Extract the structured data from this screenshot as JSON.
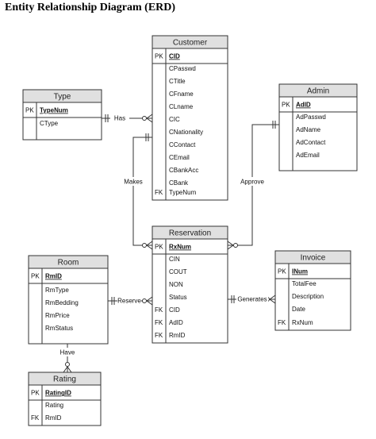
{
  "title": "Entity Relationship Diagram (ERD)",
  "entities": {
    "customer": {
      "name": "Customer",
      "pk": [
        {
          "key": "PK",
          "attr": "CID"
        }
      ],
      "attrs": [
        "CPasswd",
        "CTitle",
        "CFname",
        "CLname",
        "CIC",
        "CNationality",
        "CContact",
        "CEmail",
        "CBankAcc",
        "CBank"
      ],
      "fk": [
        {
          "key": "FK",
          "attr": "TypeNum"
        }
      ]
    },
    "type": {
      "name": "Type",
      "pk": [
        {
          "key": "PK",
          "attr": "TypeNum"
        }
      ],
      "attrs": [
        "CType"
      ],
      "fk": []
    },
    "admin": {
      "name": "Admin",
      "pk": [
        {
          "key": "PK",
          "attr": "AdID"
        }
      ],
      "attrs": [
        "AdPasswd",
        "AdName",
        "AdContact",
        "AdEmail"
      ],
      "fk": []
    },
    "reservation": {
      "name": "Reservation",
      "pk": [
        {
          "key": "PK",
          "attr": "RxNum"
        }
      ],
      "attrs": [
        "CIN",
        "COUT",
        "NON",
        "Status"
      ],
      "fk": [
        {
          "key": "FK",
          "attr": "CID"
        },
        {
          "key": "FK",
          "attr": "AdID"
        },
        {
          "key": "FK",
          "attr": "RmID"
        }
      ]
    },
    "room": {
      "name": "Room",
      "pk": [
        {
          "key": "PK",
          "attr": "RmID"
        }
      ],
      "attrs": [
        "RmType",
        "RmBedding",
        "RmPrice",
        "RmStatus"
      ],
      "fk": []
    },
    "invoice": {
      "name": "Invoice",
      "pk": [
        {
          "key": "PK",
          "attr": "INum"
        }
      ],
      "attrs": [
        "TotalFee",
        "Description",
        "Date"
      ],
      "fk": [
        {
          "key": "FK",
          "attr": "RxNum"
        }
      ]
    },
    "rating": {
      "name": "Rating",
      "pk": [
        {
          "key": "PK",
          "attr": "RatingID"
        }
      ],
      "attrs": [
        "Rating"
      ],
      "fk": [
        {
          "key": "FK",
          "attr": "RmID"
        }
      ]
    }
  },
  "relationships": {
    "has": "Has",
    "makes": "Makes",
    "approve": "Approve",
    "reserve": "Reserve",
    "generates": "Generates",
    "have": "Have"
  },
  "colors": {
    "header_fill": "#e0e0e0",
    "line": "#333333"
  }
}
